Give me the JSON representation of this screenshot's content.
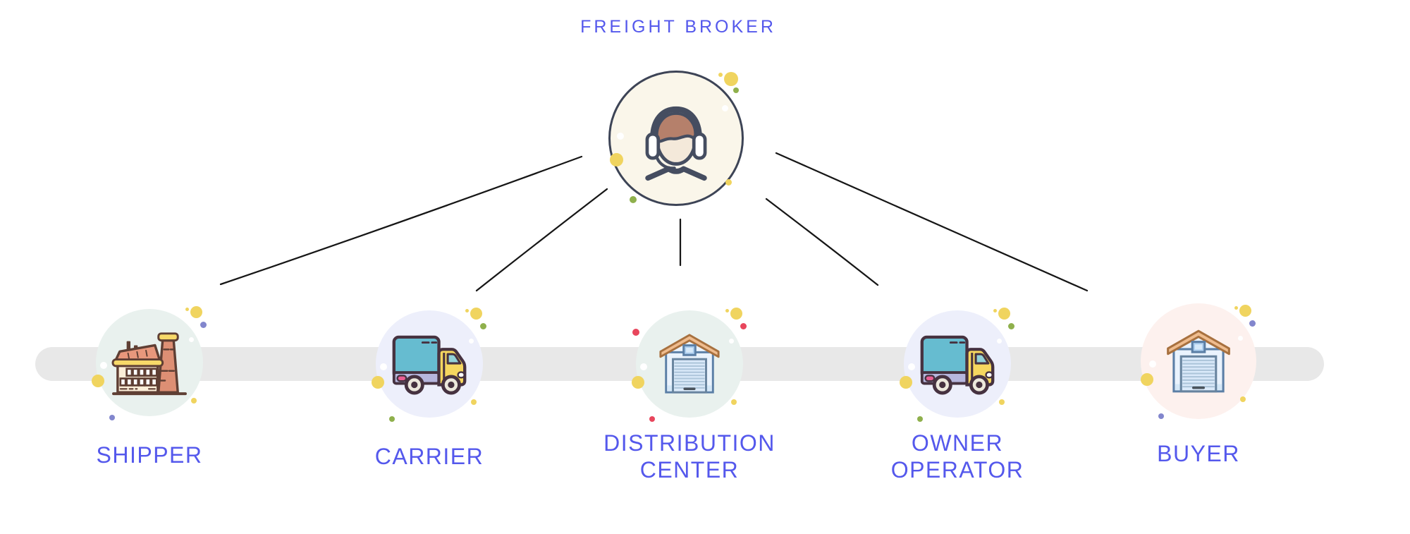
{
  "title": "FREIGHT BROKER",
  "broker": {
    "label": "FREIGHT BROKER",
    "icon": "support-agent-icon",
    "connects_to": [
      "shipper",
      "carrier",
      "distribution-center",
      "owner-operator",
      "buyer"
    ]
  },
  "nodes": [
    {
      "id": "shipper",
      "label": "SHIPPER",
      "icon": "factory-icon"
    },
    {
      "id": "carrier",
      "label": "CARRIER",
      "icon": "delivery-truck-icon"
    },
    {
      "id": "distribution-center",
      "label": "DISTRIBUTION CENTER",
      "icon": "warehouse-icon"
    },
    {
      "id": "owner-operator",
      "label": "OWNER OPERATOR",
      "icon": "delivery-truck-icon"
    },
    {
      "id": "buyer",
      "label": "BUYER",
      "icon": "warehouse-icon"
    }
  ],
  "colors": {
    "accent": "#5458ec",
    "bar": "#e8e8e8",
    "line": "#161616",
    "dot_yellow": "#f0d45f",
    "dot_green": "#8fb04c",
    "dot_purple": "#8286cd",
    "dot_red": "#e8465c"
  }
}
